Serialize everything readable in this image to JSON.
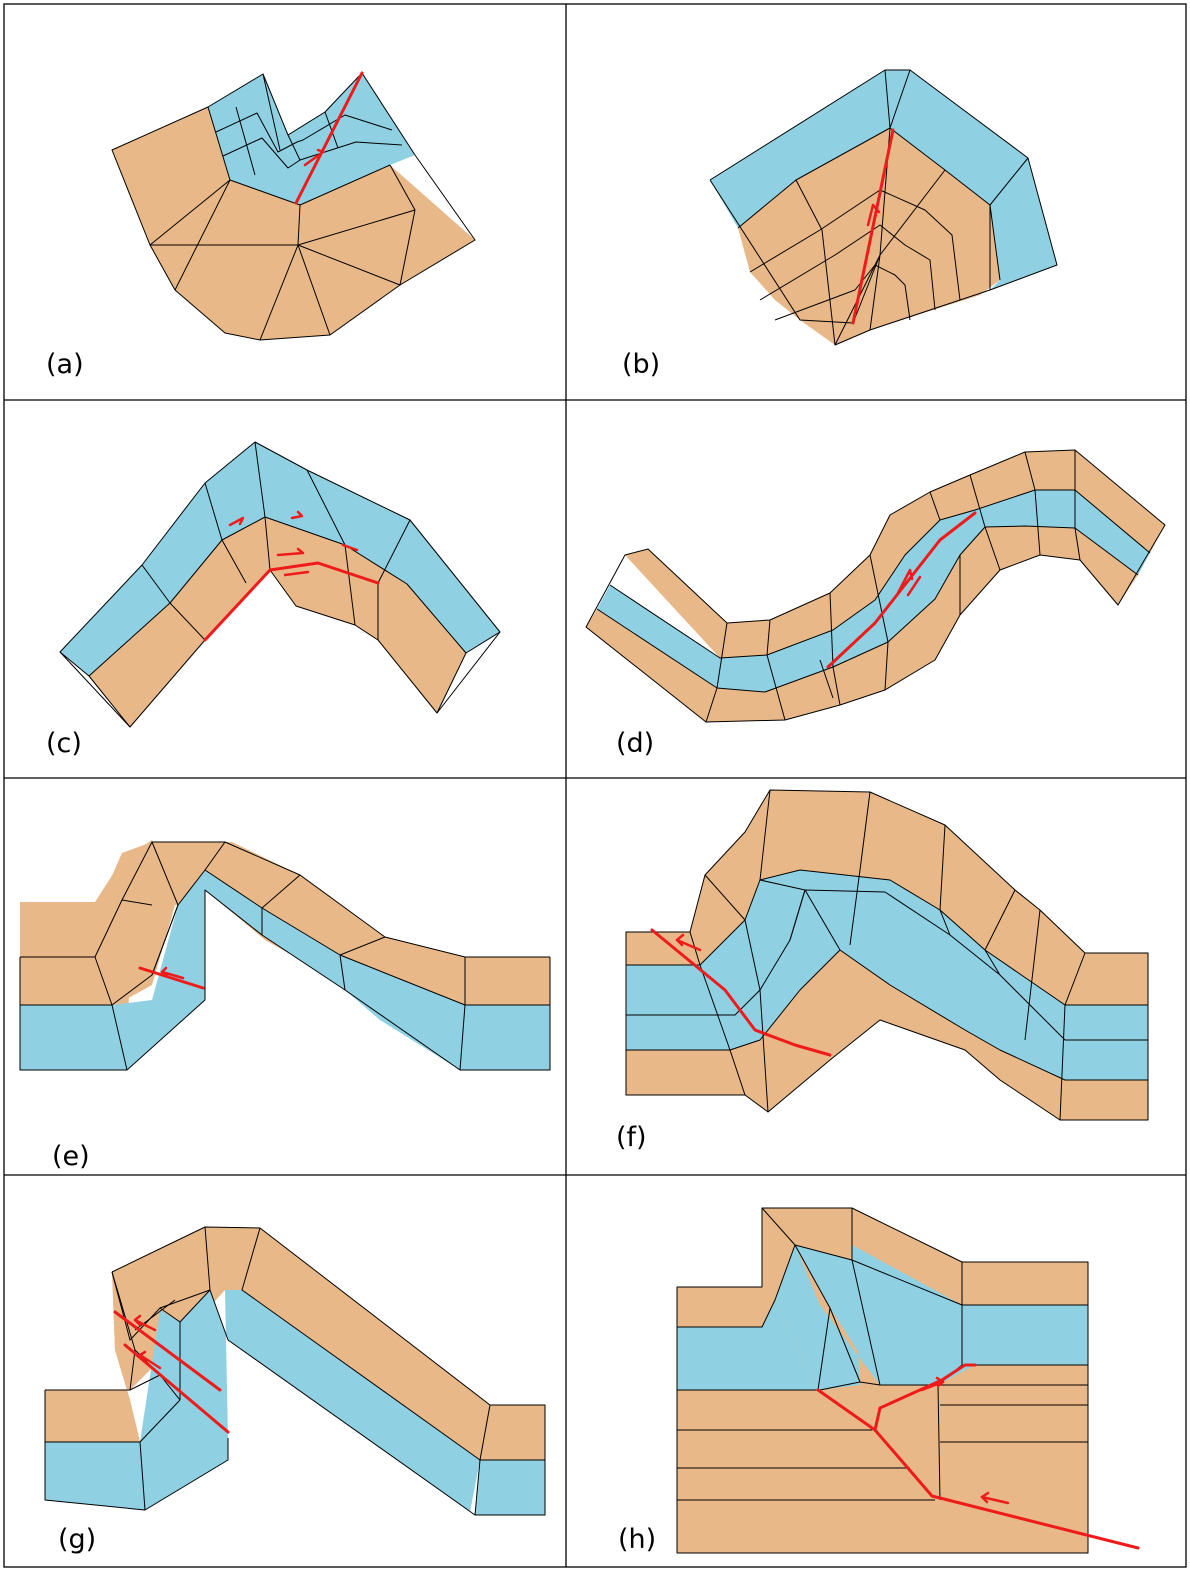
{
  "colors": {
    "upper_layer": "#e8b888",
    "lower_layer": "#8fd1e3",
    "fault": "#ef1b1b",
    "outline": "#000000"
  },
  "panels": [
    {
      "id": "a",
      "label": "(a)"
    },
    {
      "id": "b",
      "label": "(b)"
    },
    {
      "id": "c",
      "label": "(c)"
    },
    {
      "id": "d",
      "label": "(d)"
    },
    {
      "id": "e",
      "label": "(e)"
    },
    {
      "id": "f",
      "label": "(f)"
    },
    {
      "id": "g",
      "label": "(g)"
    },
    {
      "id": "h",
      "label": "(h)"
    }
  ]
}
